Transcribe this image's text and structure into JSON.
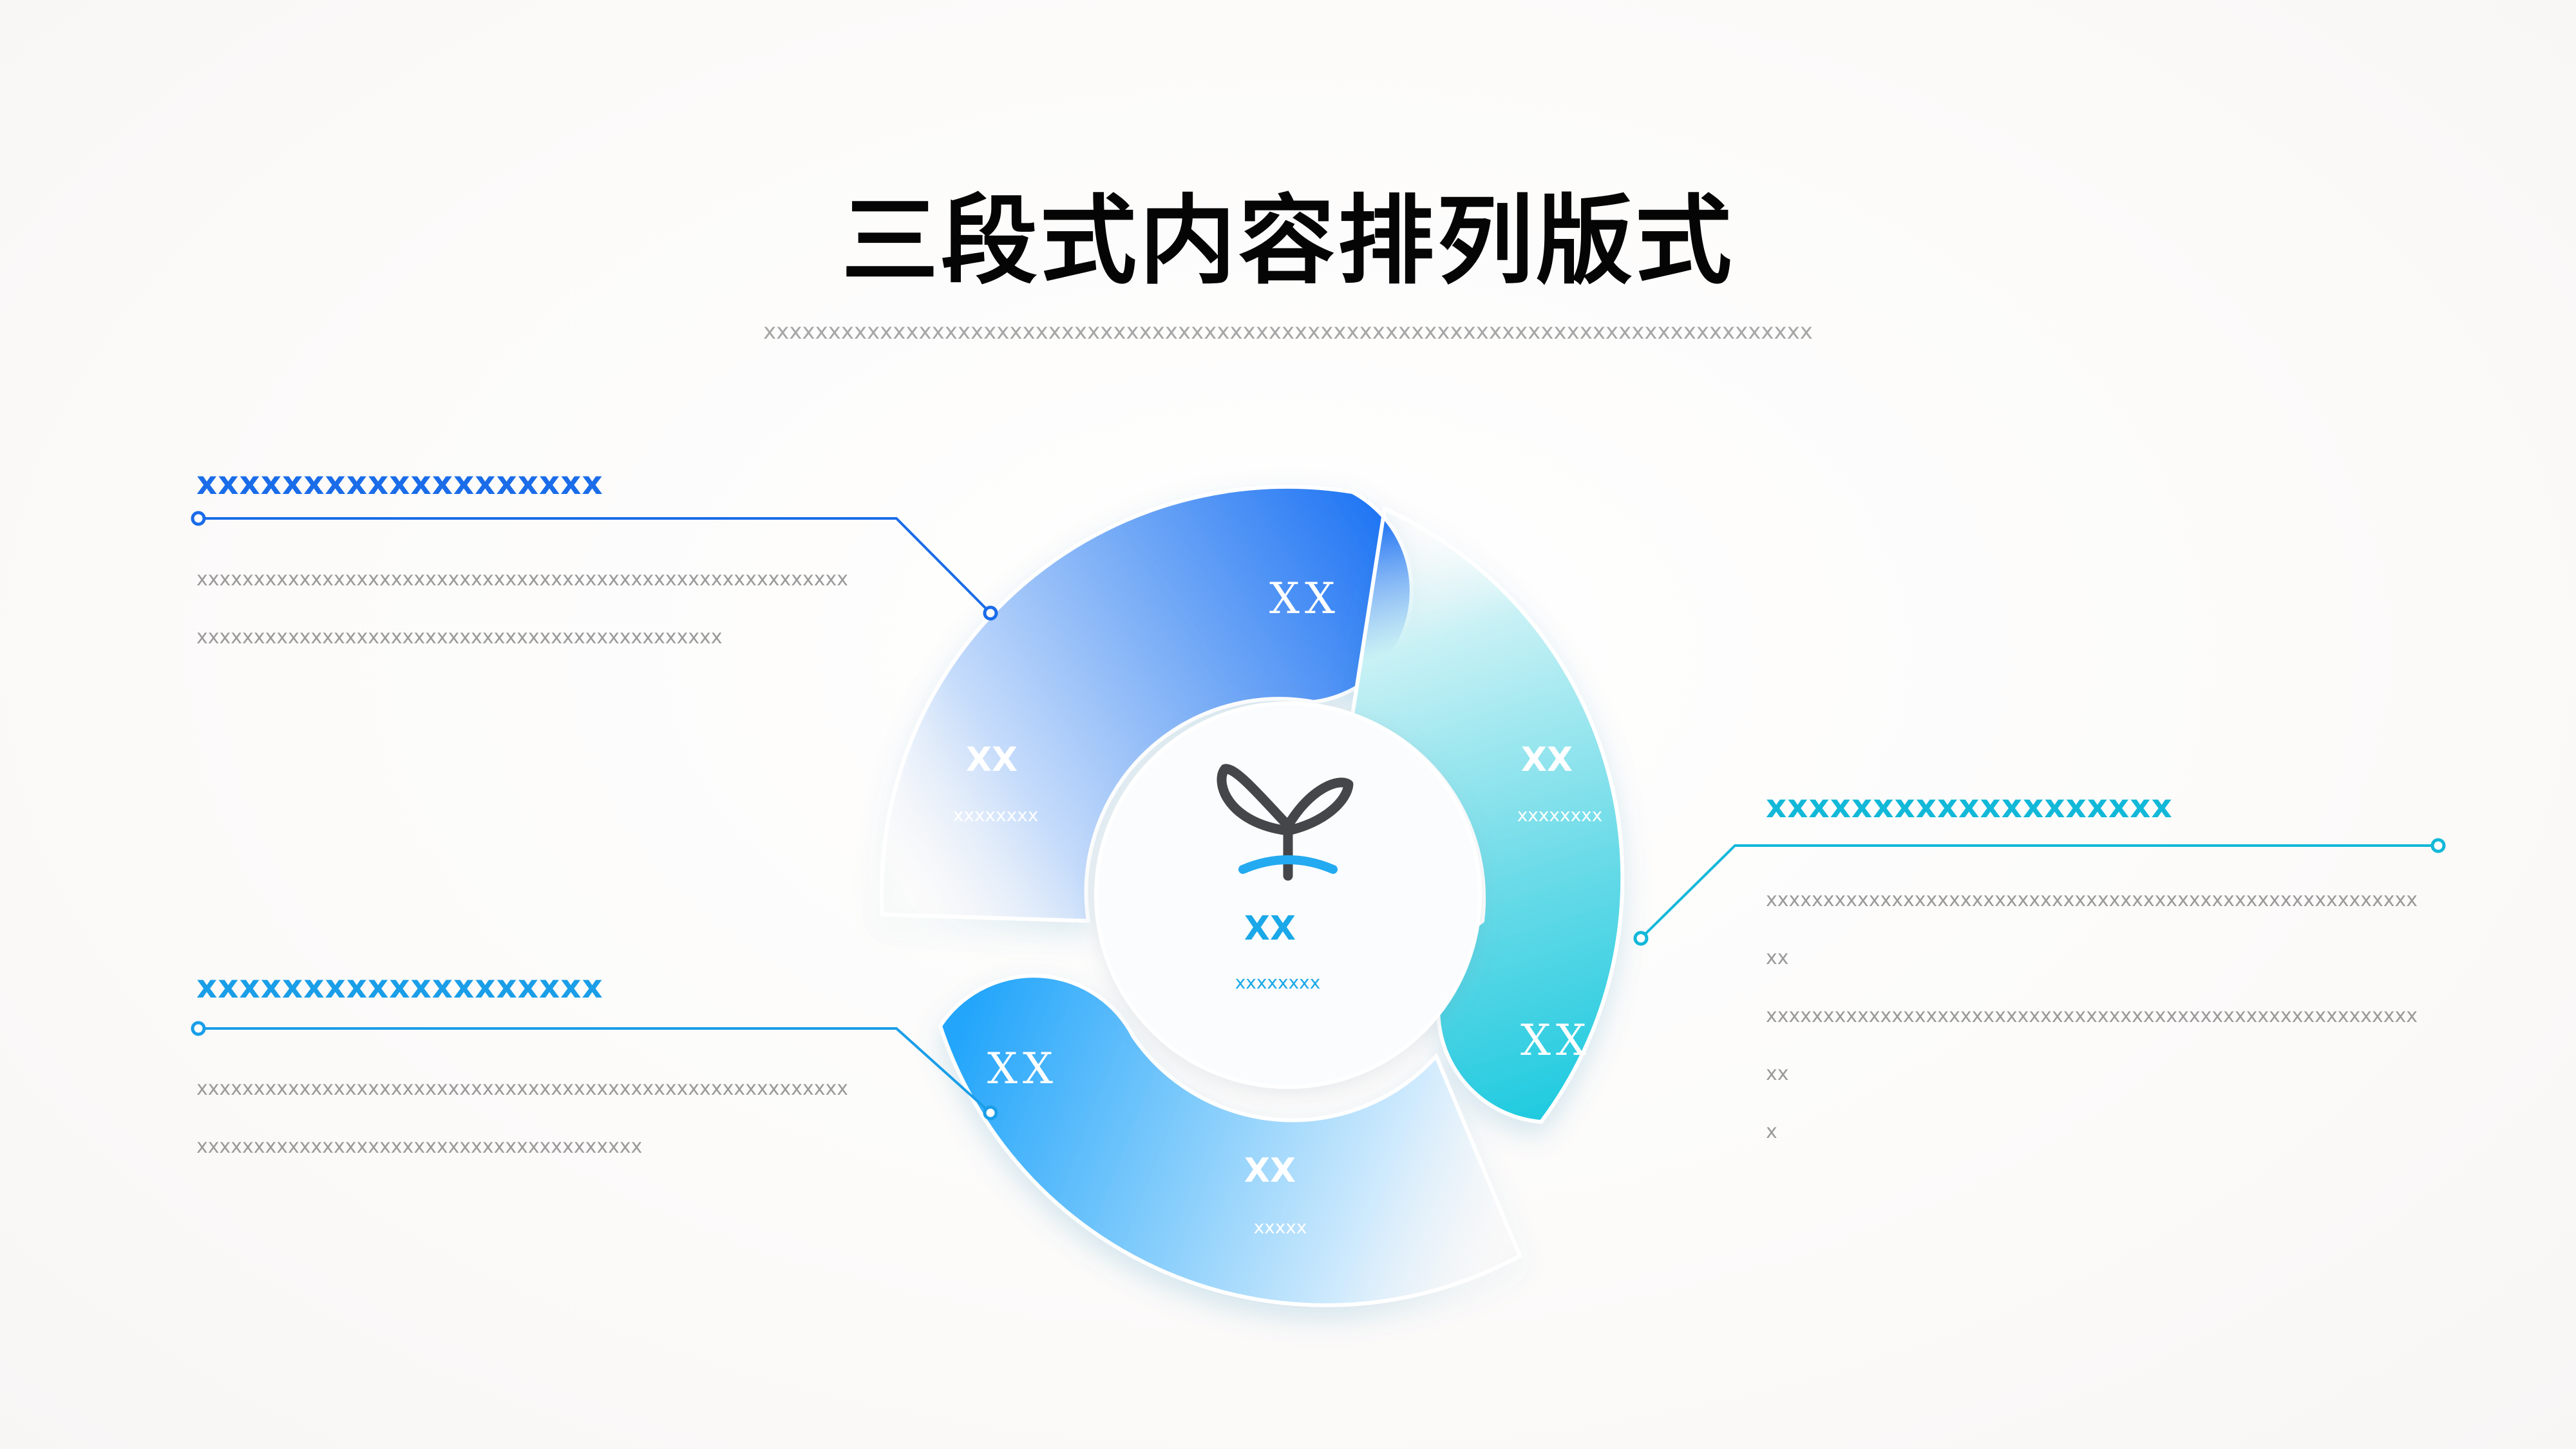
{
  "title": "三段式内容排列版式",
  "subtitle": "xxxxxxxxxxxxxxxxxxxxxxxxxxxxxxxxxxxxxxxxxxxxxxxxxxxxxxxxxxxxxxxxxxxxxxxxxxxxxxxxx",
  "colors": {
    "dark_blue": "#1a72f0",
    "sky_blue": "#2aa6ee",
    "cyan": "#1ec2dc",
    "text_gray": "#9a9a9a",
    "title_black": "#050505"
  },
  "blocks": [
    {
      "heading": "xxxxxxxxxxxxxxxxxxx",
      "heading_color": "#1a6ce8",
      "lines": [
        "xxxxxxxxxxxxxxxxxxxxxxxxxxxxxxxxxxxxxxxxxxxxxxxxxxxxxxxxx",
        "xxxxxxxxxxxxxxxxxxxxxxxxxxxxxxxxxxxxxxxxxxxxxx"
      ]
    },
    {
      "heading": "xxxxxxxxxxxxxxxxxxx",
      "heading_color": "#1a9ee8",
      "lines": [
        "xxxxxxxxxxxxxxxxxxxxxxxxxxxxxxxxxxxxxxxxxxxxxxxxxxxxxxxxx",
        "xxxxxxxxxxxxxxxxxxxxxxxxxxxxxxxxxxxxxxx"
      ]
    },
    {
      "heading": "xxxxxxxxxxxxxxxxxxx",
      "heading_color": "#12b8d8",
      "lines": [
        "xxxxxxxxxxxxxxxxxxxxxxxxxxxxxxxxxxxxxxxxxxxxxxxxxxxxxxxxxxx",
        "xxxxxxxxxxxxxxxxxxxxxxxxxxxxxxxxxxxxxxxxxxxxxxxxxxxxxxxxxxx",
        "x"
      ]
    }
  ],
  "ring": {
    "top_label": "XX",
    "left_label": "XX",
    "left_sub": "xxxxxxxx",
    "right_label": "XX",
    "right_sub": "xxxxxxxx",
    "right_bottom_label": "XX",
    "bottom_left_label": "XX",
    "bottom_label": "XX",
    "bottom_sub": "xxxxx"
  },
  "center": {
    "icon": "sprout-icon",
    "label": "XX",
    "sub": "xxxxxxxx",
    "label_color": "#1aa8e8"
  }
}
